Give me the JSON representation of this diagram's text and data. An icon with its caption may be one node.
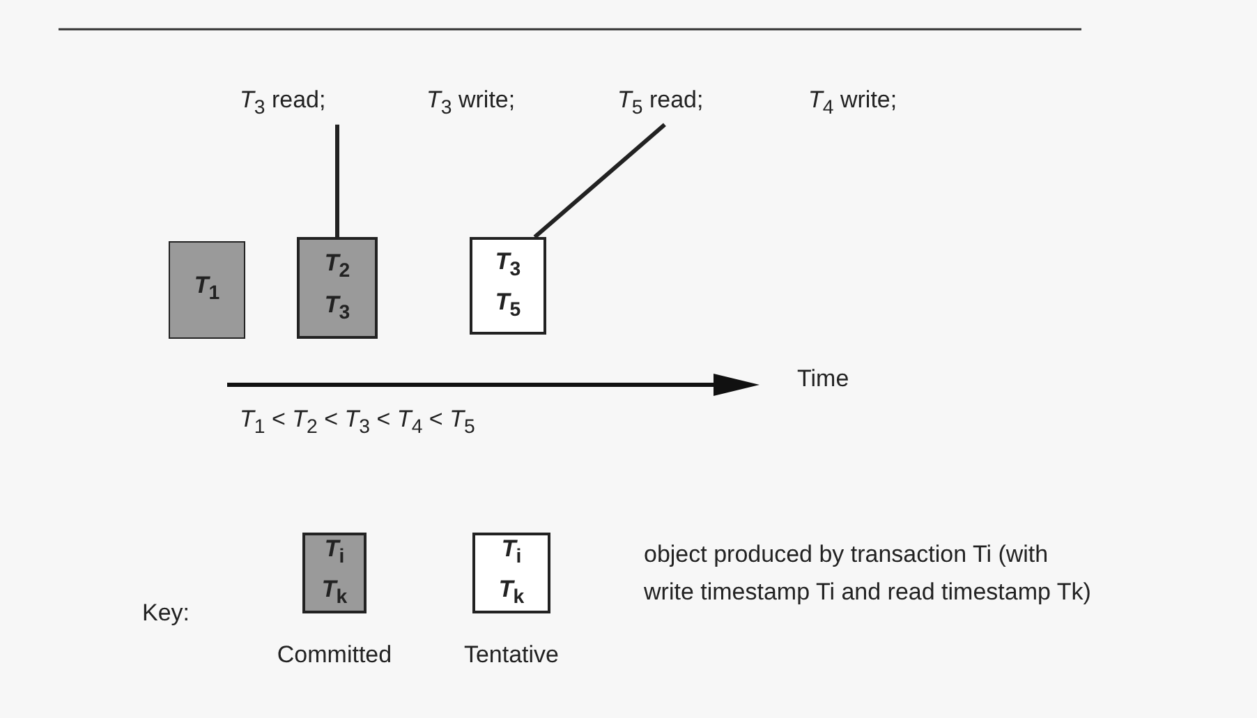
{
  "diagram": {
    "nodes": [
      {
        "text": [
          "*T*$_{3}$ read;"
        ]
      },
      {
        "text": [
          "*T*$_{3}$ write;"
        ]
      },
      {
        "text": [
          "*T*$_{5}$ read;"
        ]
      },
      {
        "text": [
          "*T*$_{4}$ write;"
        ]
      },
      {
        "text": [
          "*T*$_{1}$"
        ]
      },
      {
        "text": [
          "*T*$_{2}$",
          "*T*$_{3}$"
        ]
      },
      {
        "text": [
          "*T*$_{3}$",
          "*T*$_{5}$"
        ]
      },
      {
        "text": [
          "*T*$_{i}$",
          "*T*$_{k}$"
        ],
        "beside": [
          "Committed"
        ]
      },
      {
        "text": [
          "*T*$_{i}$",
          "*T*$_{k}$"
        ],
        "beside": [
          "Tentative"
        ]
      }
    ],
    "edges": [
      {
        "from": 0,
        "to": 5,
        "arrow": "none"
      },
      {
        "from": 2,
        "to": 6,
        "arrow": "none"
      }
    ],
    "labels": [
      "Time",
      "*T*$_{1}$ < *T*$_{2}$ < *T*$_{3}$ < *T*$_{4}$ < *T*$_{5}$",
      "Key:",
      "object produced by transaction Ti (with write timestamp Ti and read timestamp Tk)"
    ]
  }
}
